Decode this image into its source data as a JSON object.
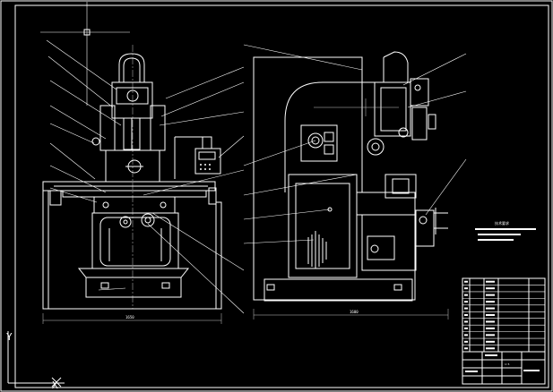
{
  "viewport": {
    "axis_y_label": "Y",
    "axis_x_label": "X"
  },
  "left_view": {
    "dimension_label": "1650"
  },
  "right_view": {
    "dimension_label": "1600"
  },
  "tech_requirements": {
    "title": "技术要求",
    "lines": [
      "",
      "",
      ""
    ]
  },
  "title_block": {
    "company": "",
    "drawing_number": "",
    "material": "",
    "scale": "1:5",
    "sheet": "",
    "parts_rows": 11
  },
  "colors": {
    "background": "#000000",
    "line": "#ffffff",
    "dim": "#c8c8c8"
  }
}
